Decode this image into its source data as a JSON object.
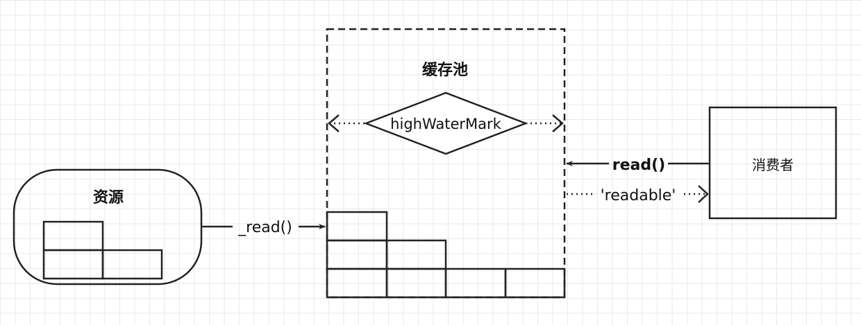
{
  "source": {
    "label": "资源"
  },
  "buffer": {
    "label": "缓存池",
    "high_water_mark": "highWaterMark"
  },
  "consumer": {
    "label": "消费者"
  },
  "edges": {
    "internal_read": "_read()",
    "read": "read()",
    "readable_event": "'readable'"
  },
  "colors": {
    "stroke": "#222222",
    "grid": "#e9e9e9",
    "background": "#ffffff"
  }
}
